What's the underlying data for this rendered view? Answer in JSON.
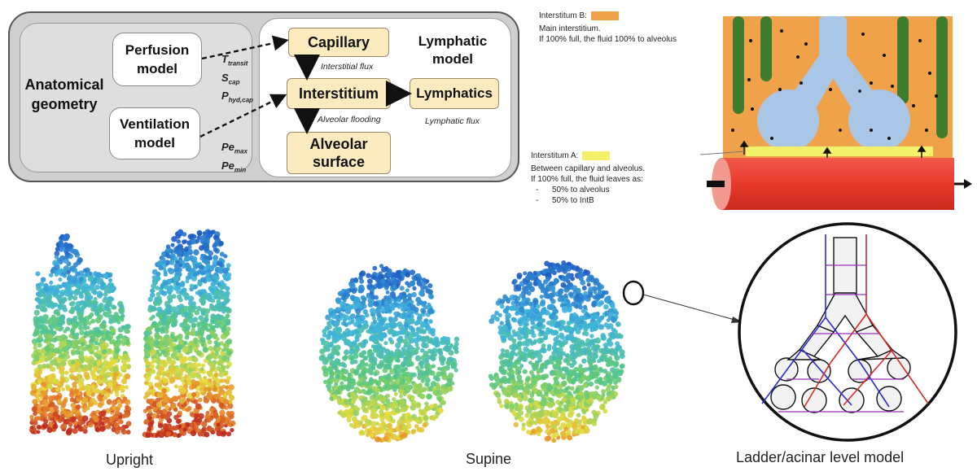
{
  "flowchart": {
    "anatomical_geometry": "Anatomical\ngeometry",
    "perfusion_model": "Perfusion\nmodel",
    "ventilation_model": "Ventilation\nmodel",
    "params_top": [
      {
        "base": "T",
        "sub": "transit"
      },
      {
        "base": "S",
        "sub": "cap"
      },
      {
        "base": "P",
        "sub": "hyd,cap"
      }
    ],
    "params_bottom": [
      {
        "base": "Pe",
        "sub": "max"
      },
      {
        "base": "Pe",
        "sub": "min"
      }
    ],
    "capillary": "Capillary",
    "interstitium": "Interstitium",
    "lymphatics": "Lymphatics",
    "alveolar_surface": "Alveolar\nsurface",
    "lymphatic_model": "Lymphatic\nmodel",
    "interstitial_flux": "Interstitial flux",
    "alveolar_flooding": "Alveolar flooding",
    "lymphatic_flux": "Lymphatic flux"
  },
  "interstitium_diagram": {
    "b_label": "Interstitum B:",
    "b_line1": "Main interstitium.",
    "b_line2": "If 100% full, the fluid 100% to alveolus",
    "a_label": "Interstitum A:",
    "a_line1": "Between capillary and alveolus.",
    "a_line2": "If 100% full, the fluid leaves as:",
    "a_bullet1": "50% to alveolus",
    "a_bullet2": "50% to IntB",
    "colors": {
      "interstitium_b": "#f0a24a",
      "interstitium_a": "#f3f06a",
      "alveolus": "#a9c6e6",
      "capillary": "#e8392b",
      "lymph_vessel": "#3e7b2c"
    }
  },
  "captions": {
    "upright": "Upright",
    "supine": "Supine",
    "ladder": "Ladder/acinar level model"
  }
}
